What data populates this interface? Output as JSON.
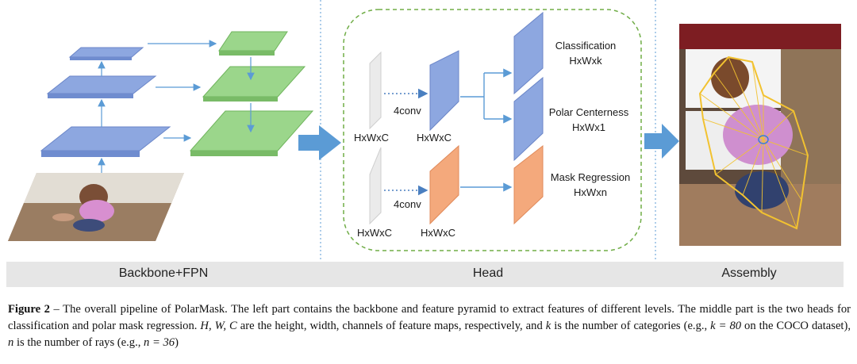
{
  "head": {
    "conv_top": "4conv",
    "conv_bottom": "4conv",
    "feat_in_top": "HxWxC",
    "feat_out_top": "HxWxC",
    "feat_in_bottom": "HxWxC",
    "feat_out_bottom": "HxWxC",
    "classification_title": "Classification",
    "classification_dims": "HxWxk",
    "centerness_title": "Polar Centerness",
    "centerness_dims": "HxWx1",
    "mask_title": "Mask Regression",
    "mask_dims": "HxWxn"
  },
  "sections": {
    "backbone": "Backbone+FPN",
    "head": "Head",
    "assembly": "Assembly"
  },
  "caption": {
    "figure_label": "Figure 2",
    "text_1": " – The overall pipeline of PolarMask. The left part contains the backbone and feature pyramid to extract features of different levels. The middle part is the two heads for classification and polar mask regression. ",
    "vars": "H, W, C",
    "text_2": " are the height, width, channels of feature maps, respectively, and ",
    "k": "k",
    "text_3": " is the number of categories (e.g., ",
    "k_eq": "k = 80",
    "text_4": " on the COCO dataset), ",
    "n": "n",
    "text_5": " is the number of rays (e.g., ",
    "n_eq": "n = 36",
    "text_6": ")"
  },
  "colors": {
    "blue_layer": "#7f9ad8",
    "green_layer": "#8fcf7f",
    "orange_layer": "#f4a97c",
    "gray_layer": "#e4e4e4",
    "arrow_blue": "#5b9bd5",
    "dashed_green": "#70ad47",
    "divider_blue": "#5b9bd5"
  },
  "icons": {
    "input_photo": "photo-of-child-icon",
    "output_photo": "segmented-child-icon"
  }
}
